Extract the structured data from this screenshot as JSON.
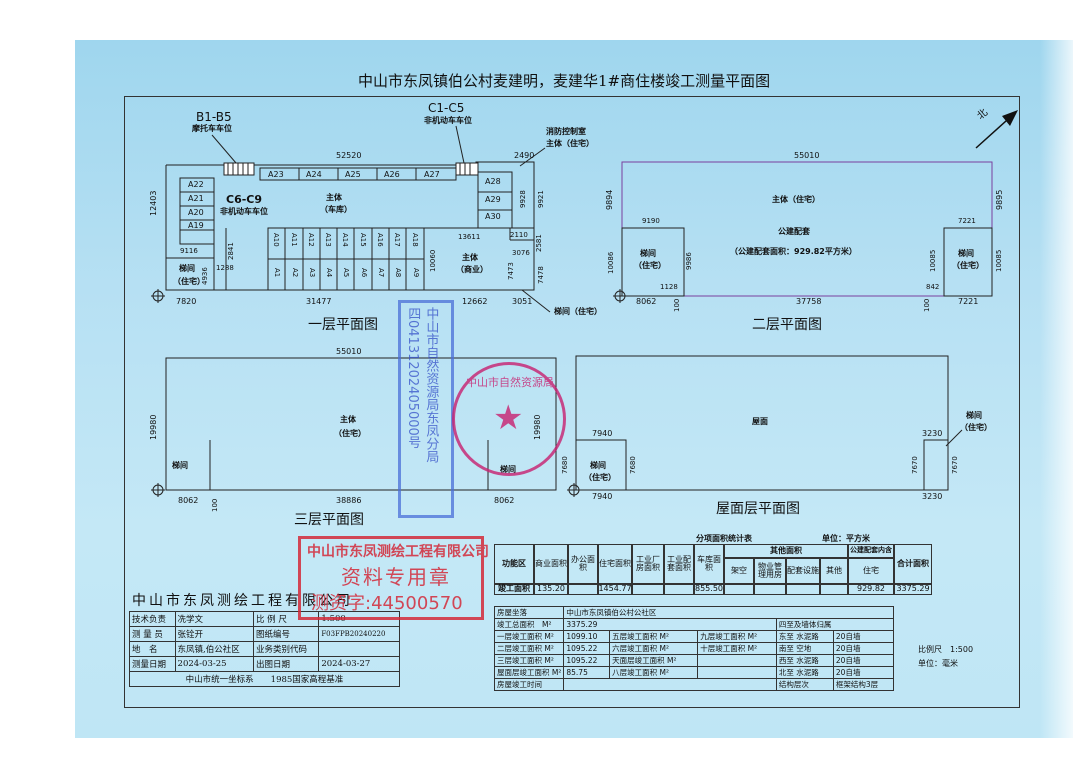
{
  "title": "中山市东凤镇伯公村麦建明，麦建华1#商住楼竣工测量平面图",
  "north": "北",
  "floor1": {
    "caption": "一层平面图",
    "b_label": "B1-B5",
    "b_sub": "摩托车车位",
    "c1_label": "C1-C5",
    "c1_sub": "非机动车车位",
    "c6_label": "C6-C9",
    "c6_sub": "非机动车车位",
    "fire_room": "消防控制室",
    "fire_sub": "主体（住宅）",
    "top_dim": "52520",
    "dim_2490": "2490",
    "left_dim": "12403",
    "dim_9928": "9928",
    "dim_9921": "9921",
    "top_row": [
      "A23",
      "A24",
      "A25",
      "A26",
      "A27"
    ],
    "left_col": [
      "A22",
      "A21",
      "A20",
      "A19"
    ],
    "right_col": [
      "A28",
      "A29",
      "A30"
    ],
    "main_label": "主体",
    "main_sub": "（车库）",
    "upper_row": [
      "A10",
      "A11",
      "A12",
      "A13",
      "A14",
      "A15",
      "A16",
      "A17",
      "A18"
    ],
    "lower_row": [
      "A1",
      "A2",
      "A3",
      "A4",
      "A5",
      "A6",
      "A7",
      "A8",
      "A9"
    ],
    "dim_9116": "9116",
    "dim_2841": "2841",
    "dim_1288": "1288",
    "dim_4936": "4936",
    "stair_label": "梯间",
    "stair_sub": "（住宅）",
    "dim_13611": "13611",
    "dim_2110": "2110",
    "dim_2581": "2581",
    "dim_3076": "3076",
    "dim_10060": "10060",
    "dim_7473": "7473",
    "dim_7478": "7478",
    "shop_label": "主体",
    "shop_sub": "（商业）",
    "dim_7820": "7820",
    "dim_31477": "31477",
    "dim_12662": "12662",
    "dim_3051": "3051",
    "stair_right": "梯间（住宅）"
  },
  "floor2": {
    "caption": "二层平面图",
    "top_dim": "55010",
    "left_dim": "9894",
    "right_dim": "9895",
    "main_label": "主体（住宅）",
    "pub_label": "公建配套",
    "pub_area": "（公建配套面积：929.82平方米）",
    "dim_9190": "9190",
    "dim_7221a": "7221",
    "dim_10086": "10086",
    "dim_9986": "9986",
    "dim_1128": "1128",
    "dim_10085a": "10085",
    "dim_10085b": "10085",
    "dim_842": "842",
    "stair_label": "梯间",
    "stair_sub": "（住宅）",
    "dim_8062": "8062",
    "dim_100a": "100",
    "dim_37758": "37758",
    "dim_100b": "100",
    "dim_7221b": "7221"
  },
  "floor3": {
    "caption": "三层平面图",
    "top_dim": "55010",
    "left_dim": "19980",
    "right_dim": "19980",
    "main_label": "主体",
    "main_sub": "（住宅）",
    "stair_left": "梯间",
    "stair_right": "梯间",
    "dim_8062a": "8062",
    "dim_100": "100",
    "dim_38886": "38886",
    "dim_8062b": "8062"
  },
  "roof": {
    "caption": "屋面层平面图",
    "roof_label": "屋面",
    "dim_7940a": "7940",
    "dim_7940b": "7940",
    "dim_7680a": "7680",
    "dim_7680b": "7680",
    "dim_3230a": "3230",
    "dim_3230b": "3230",
    "dim_7670a": "7670",
    "dim_7670b": "7670",
    "stair_label": "梯间",
    "stair_sub": "（住宅）",
    "stair_right": "梯间",
    "stair_right_sub": "（住宅）"
  },
  "stamps": {
    "blue_text": "中山市自然资源局东凤分局\n四04131202405000号",
    "red_circle": "中山市自然资源局",
    "red_rect_line1": "中山市东凤测绘工程有限公司",
    "red_rect_line2": "资料专用章",
    "red_rect_line3": "测资字:44500570"
  },
  "area_table": {
    "header_stats": "分项面积统计表",
    "header_unit": "单位：平方米",
    "functional_zone": "功能区",
    "cols": [
      "商业面积",
      "办公面积",
      "住宅面积",
      "工业厂房面积",
      "工业配套面积",
      "车库面积"
    ],
    "other_header": "其他面积",
    "other_cols": [
      "架空",
      "物业管理用房",
      "配套设施",
      "其他"
    ],
    "pub_header": "公建配套内含",
    "pub_cols": [
      "住宅"
    ],
    "total": "合计面积",
    "row_label": "竣工面积",
    "values": [
      "135.20",
      "",
      "1454.77",
      "",
      "",
      "855.50",
      "",
      "",
      "",
      "",
      "929.82",
      "3375.29"
    ]
  },
  "company_table": {
    "company": "中山市东凤测绘工程有限公司",
    "tech_lead_label": "技术负责",
    "tech_lead": "冼学文",
    "scale_label": "比 例 尺",
    "scale": "1:500",
    "surveyor_label": "测 量 员",
    "surveyor": "张铨开",
    "drawing_no_label": "图纸编号",
    "drawing_no": "F03FPB20240220",
    "location_label": "地　名",
    "location": "东凤镇,伯公社区",
    "biz_code_label": "业务类别代码",
    "survey_date_label": "测量日期",
    "survey_date": "2024-03-25",
    "print_date_label": "出图日期",
    "print_date": "2024-03-27",
    "footer": "中山市统一坐标系　　1985国家高程基准"
  },
  "field_table": {
    "site_label": "房屋坐落",
    "site": "中山市东凤镇伯公村公社区",
    "total_label": "竣工总面积　M²",
    "total": "3375.29",
    "wall_label": "四至及墙体归属",
    "rows": [
      {
        "l1": "一层竣工面积 M²",
        "v1": "1099.10",
        "l2": "五层竣工面积 M²",
        "l3": "九层竣工面积 M²",
        "dir": "东至",
        "road": "水泥路",
        "wall": "20自墙"
      },
      {
        "l1": "二层竣工面积 M²",
        "v1": "1095.22",
        "l2": "六层竣工面积 M²",
        "l3": "十层竣工面积 M²",
        "dir": "南至",
        "road": "空地",
        "wall": "20自墙"
      },
      {
        "l1": "三层竣工面积 M²",
        "v1": "1095.22",
        "l2": "天面层竣工面积 M²",
        "l3": "",
        "dir": "西至",
        "road": "水泥路",
        "wall": "20自墙"
      },
      {
        "l1": "屋面层竣工面积 M²",
        "v1": "85.75",
        "l2": "八层竣工面积 M²",
        "l3": "",
        "dir": "北至",
        "road": "水泥路",
        "wall": "20自墙"
      }
    ],
    "time_label": "房屋竣工时间",
    "struct_label": "结构层次",
    "struct": "框架结构3层"
  },
  "scale_note": "比例尺　1:500",
  "unit_note": "单位：毫米"
}
